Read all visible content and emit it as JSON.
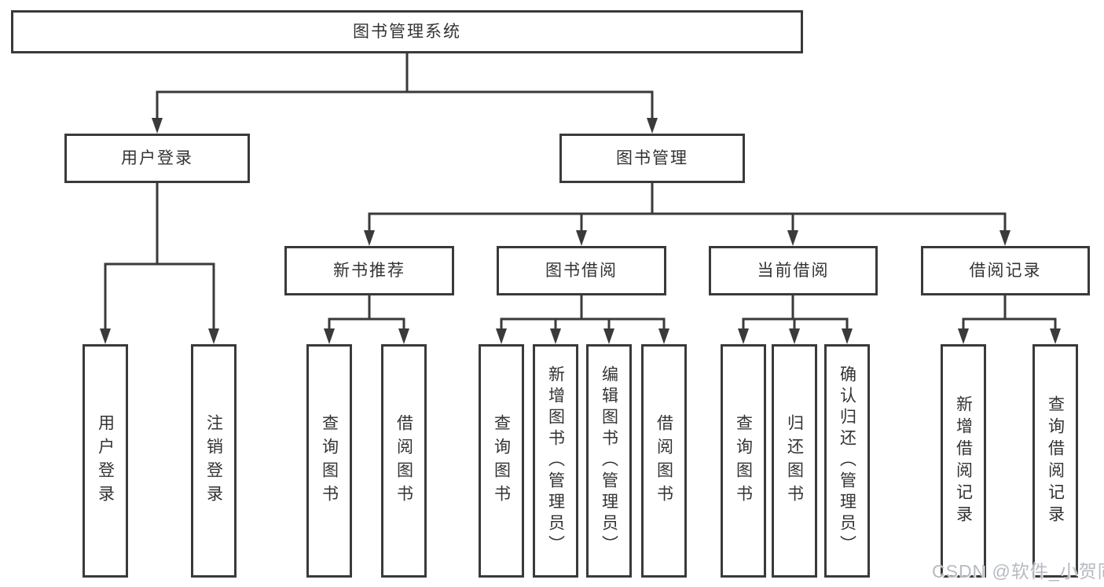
{
  "diagram": {
    "root": "图书管理系统",
    "level2": {
      "user_login": "用户登录",
      "book_mgmt": "图书管理"
    },
    "level3": {
      "new_book_rec": "新书推荐",
      "book_borrow": "图书借阅",
      "current_borrow": "当前借阅",
      "borrow_record": "借阅记录"
    },
    "leaves": {
      "user_login_leaf": "用户登录",
      "logout_login": "注销登录",
      "rec_query_book": "查询图书",
      "rec_borrow_book": "借阅图书",
      "bb_query_book": "查询图书",
      "bb_add_book_admin": "新增图书（管理员）",
      "bb_edit_book_admin": "编辑图书（管理员）",
      "bb_borrow_book": "借阅图书",
      "cb_query_book": "查询图书",
      "cb_return_book": "归还图书",
      "cb_confirm_return_admin": "确认归还（管理员）",
      "br_add_record": "新增借阅记录",
      "br_query_record": "查询借阅记录"
    }
  },
  "watermark": "CSDN @软件_小贺同学",
  "colors": {
    "line": "#3a3a3a",
    "text": "#333333",
    "background": "#ffffff",
    "watermark": "#b6bac1"
  }
}
